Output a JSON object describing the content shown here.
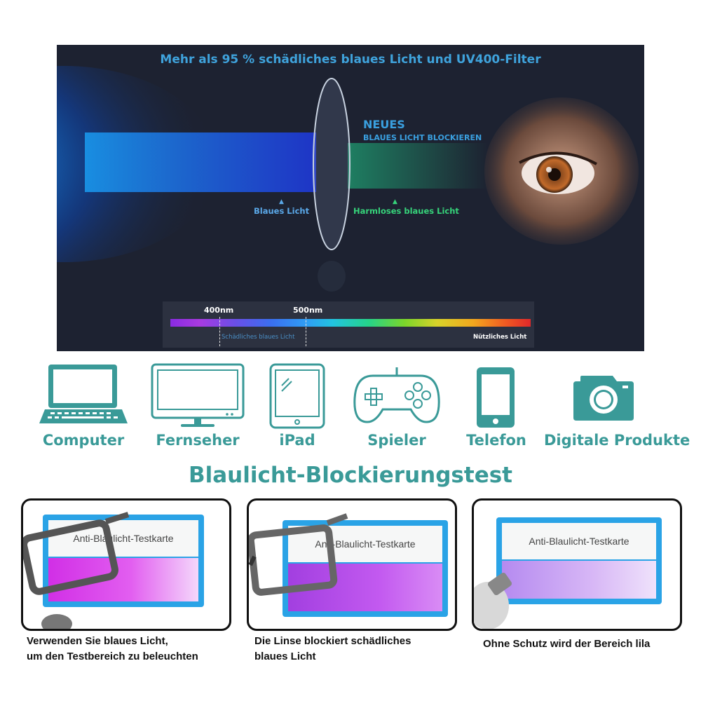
{
  "hero": {
    "title": "Mehr als 95 % schädliches blaues Licht und UV400-Filter",
    "neues": "NEUES",
    "neues_sub": "BLAUES LICHT BLOCKIEREN",
    "label_blue": "Blaues Licht",
    "label_green": "Harmloses blaues Licht",
    "spectrum": {
      "nm400": "400nm",
      "nm500": "500nm",
      "harmful_label": "Schädliches blaues Licht",
      "useful_label": "Nützliches Licht"
    },
    "colors": {
      "blue_beam": "#1aa8ff",
      "green_beam": "#1f8f6a",
      "background": "#1d2231"
    }
  },
  "devices": [
    {
      "label": "Computer",
      "icon": "laptop-icon"
    },
    {
      "label": "Fernseher",
      "icon": "monitor-icon"
    },
    {
      "label": "iPad",
      "icon": "tablet-icon"
    },
    {
      "label": "Spieler",
      "icon": "gamepad-icon"
    },
    {
      "label": "Telefon",
      "icon": "phone-icon"
    },
    {
      "label": "Digitale Produkte",
      "icon": "camera-icon"
    }
  ],
  "test": {
    "title": "Blaulicht-Blockierungstest",
    "card_label": "Anti-Blaulicht-Testkarte",
    "panels": [
      {
        "caption_line1": "Verwenden Sie blaues Licht,",
        "caption_line2": "um den Testbereich zu beleuchten"
      },
      {
        "caption_line1": "Die Linse blockiert schädliches",
        "caption_line2": "blaues Licht"
      },
      {
        "caption_line1": "Ohne Schutz wird der Bereich lila",
        "caption_line2": ""
      }
    ]
  },
  "theme": {
    "accent": "#3a9a98",
    "card_blue": "#2aa3e6"
  }
}
